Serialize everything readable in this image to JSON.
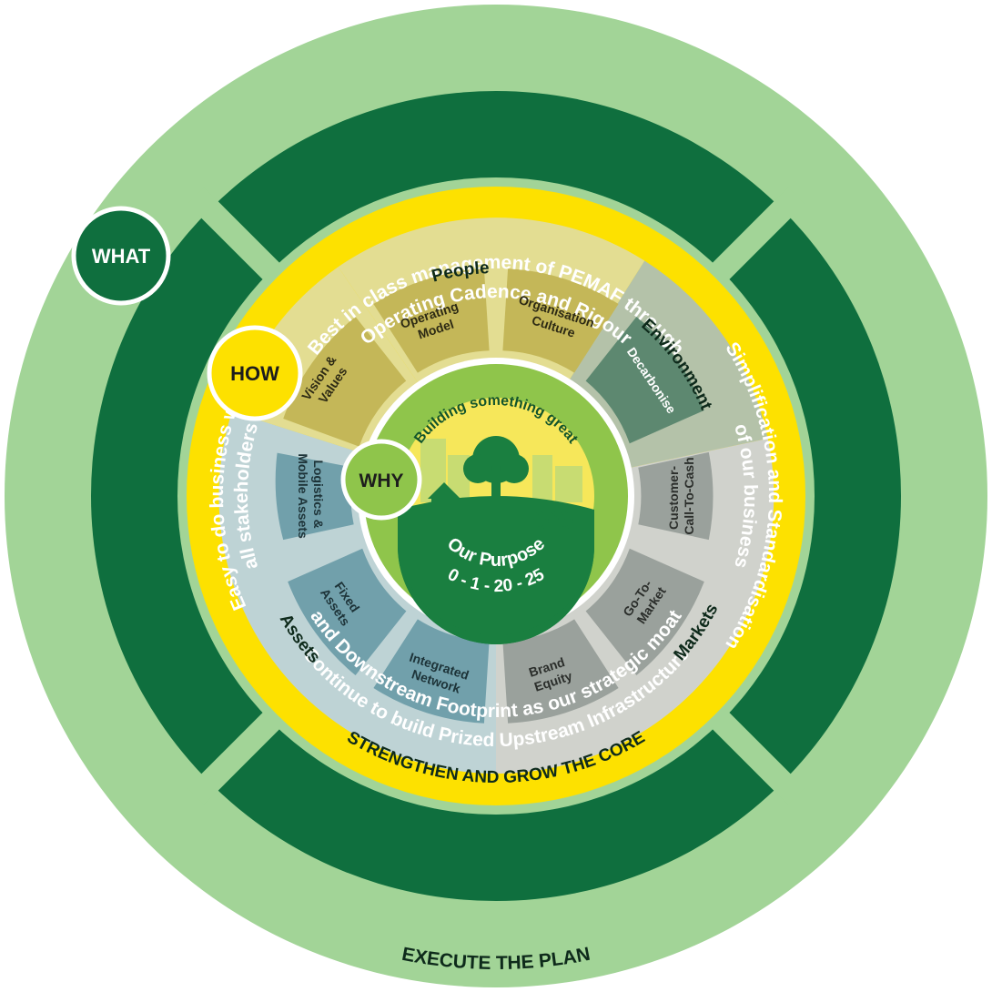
{
  "colors": {
    "outer_ring": "#a2d497",
    "dark_green": "#0f6f3e",
    "yellow": "#fde100",
    "people_bg": "#e3dd92",
    "people_tile": "#c4b758",
    "env_bg": "#b4c2a9",
    "env_tile": "#5d8870",
    "markets_bg": "#d0d2cc",
    "markets_tile": "#9aa19c",
    "assets_bg": "#bed3d5",
    "assets_tile": "#71a0ab",
    "center_green": "#8fc54b",
    "center_dark": "#1a7f40"
  },
  "outer": {
    "execute_label": "EXECUTE THE PLAN",
    "top_line1": "Best in class management of PEMAF through",
    "top_line2": "Operating Cadence and Rigour",
    "right_line1": "Simplification and Standardisation",
    "right_line2": "of our business",
    "bottom_line1": "Continue to build Prized Upstream Infrastructure",
    "bottom_line2": "and Downstream Footprint as our strategic moat",
    "left_line1": "Easy to do business with",
    "left_line2": "all stakeholders"
  },
  "badges": {
    "what": "WHAT",
    "how": "HOW",
    "why": "WHY"
  },
  "core": {
    "strengthen_label": "STRENGTHEN AND GROW THE CORE",
    "sectors": {
      "people": "People",
      "environment": "Environment",
      "markets": "Markets",
      "assets": "Assets"
    },
    "tiles": {
      "vision_1": "Vision &",
      "vision_2": "Values",
      "operating_1": "Operating",
      "operating_2": "Model",
      "organisation_1": "Organisation",
      "organisation_2": "Culture",
      "decarbonise": "Decarbonise",
      "customer_1": "Customer-",
      "customer_2": "Call-To-Cash",
      "gotomarket_1": "Go-To-",
      "gotomarket_2": "Market",
      "brand_1": "Brand",
      "brand_2": "Equity",
      "integrated_1": "Integrated",
      "integrated_2": "Network",
      "fixed_1": "Fixed",
      "fixed_2": "Assets",
      "logistics_1": "Logistics &",
      "logistics_2": "Mobile Assets"
    }
  },
  "center": {
    "building": "Building something great",
    "purpose": "Our Purpose",
    "numbers": "0 - 1 - 20 - 25"
  }
}
